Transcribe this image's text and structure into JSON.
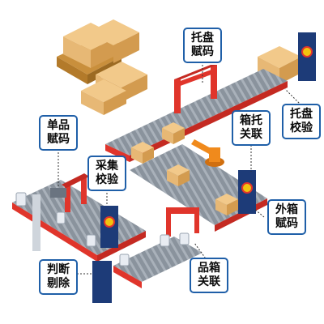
{
  "diagram": {
    "stations": [
      {
        "id": "tray-code",
        "text": "托盘\n赋码"
      },
      {
        "id": "tray-verify",
        "text": "托盘\n校验"
      },
      {
        "id": "box-tray-link",
        "text": "箱托\n关联"
      },
      {
        "id": "unit-code",
        "text": "单品\n赋码"
      },
      {
        "id": "collect-verify",
        "text": "采集\n校验"
      },
      {
        "id": "outer-box-code",
        "text": "外箱\n赋码"
      },
      {
        "id": "reject",
        "text": "判断\n剔除"
      },
      {
        "id": "item-box-link",
        "text": "品箱\n关联"
      }
    ]
  },
  "colors": {
    "frame_red": "#e0352b",
    "belt_gray": "#7b8590",
    "box_tan": "#e7b875",
    "cabinet_blue": "#1d3b78",
    "label_border": "#1f5fa8",
    "robot_orange": "#f08a1c"
  }
}
